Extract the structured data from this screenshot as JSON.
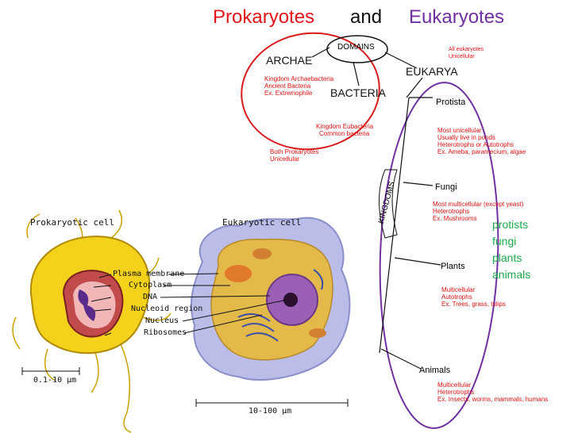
{
  "title": {
    "prokaryotes": "Prokaryotes",
    "and": "and",
    "eukaryotes": "Eukaryotes",
    "colors": {
      "prokaryotes": "#e3151a",
      "and": "#111111",
      "eukaryotes": "#7030a0"
    }
  },
  "tree": {
    "domains": "DOMAINS",
    "archae": "ARCHAE",
    "archae_notes": [
      "Kingdom Archaebacteria",
      "Ancient Bacteria",
      "Ex. Extremophile"
    ],
    "bacteria": "BACTERIA",
    "bacteria_notes": [
      "Kingdom Eubacteria",
      "Common bacteria"
    ],
    "both_notes": [
      "Both Prokaryotes",
      "Unicellular"
    ],
    "eukarya": "EUKARYA",
    "eukarya_notes": [
      "All eukaryotes",
      "Unicellular"
    ],
    "kingdoms": "KINGDOMS",
    "protista": "Protista",
    "protista_notes": [
      "Most unicellular",
      "Usually live in ponds",
      "Heterotrophs or Autotrophs",
      "Ex. Ameba, paramecium, algae"
    ],
    "fungi": "Fungi",
    "fungi_notes": [
      "Most multicellular (except yeast)",
      "Heterotrophs",
      "Ex. Mushrooms"
    ],
    "plants": "Plants",
    "plants_notes": [
      "Multicellular",
      "Autotrophs",
      "Ex. Trees, grass, tulips"
    ],
    "animals": "Animals",
    "animals_notes": [
      "Multicellular",
      "Heterotrophs",
      "Ex. Insects, worms, mammals, humans"
    ]
  },
  "green_list": [
    "protists",
    "fungi",
    "plants",
    "animals"
  ],
  "cells": {
    "prokaryotic_title": "Prokaryotic cell",
    "eukaryotic_title": "Eukaryotic cell",
    "labels": [
      "Plasma membrane",
      "Cytoplasm",
      "DNA",
      "Nucleoid region",
      "Nucleus",
      "Ribosomes"
    ],
    "prok_scale": "0.1-10 µm",
    "euk_scale": "10-100 µm"
  }
}
